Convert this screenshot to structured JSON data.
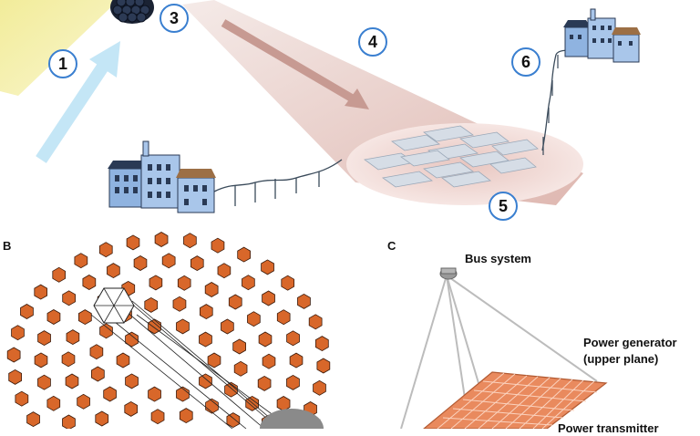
{
  "panels": {
    "b_letter": "B",
    "c_letter": "C"
  },
  "step_numbers": [
    "1",
    "3",
    "4",
    "6",
    "5"
  ],
  "labels": {
    "bus_system": "Bus system",
    "power_generator_line1": "Power generator",
    "power_generator_line2": "(upper plane)",
    "power_transmitter_partial": "Power transmitter"
  },
  "colors": {
    "sun": "#f6f0a8",
    "arrow_light_blue": "#bfe3f5",
    "beam": "#e8c8c2",
    "circle_border": "#3a7fd0",
    "hexagon": "#d8672a",
    "panel_orange": "#e98a5e",
    "building_blue": "#a9c6ea"
  },
  "icons": [
    "sun",
    "satellite-hex-array",
    "building-cluster",
    "power-line",
    "rectenna-field",
    "hexagon-array",
    "bus-module"
  ]
}
